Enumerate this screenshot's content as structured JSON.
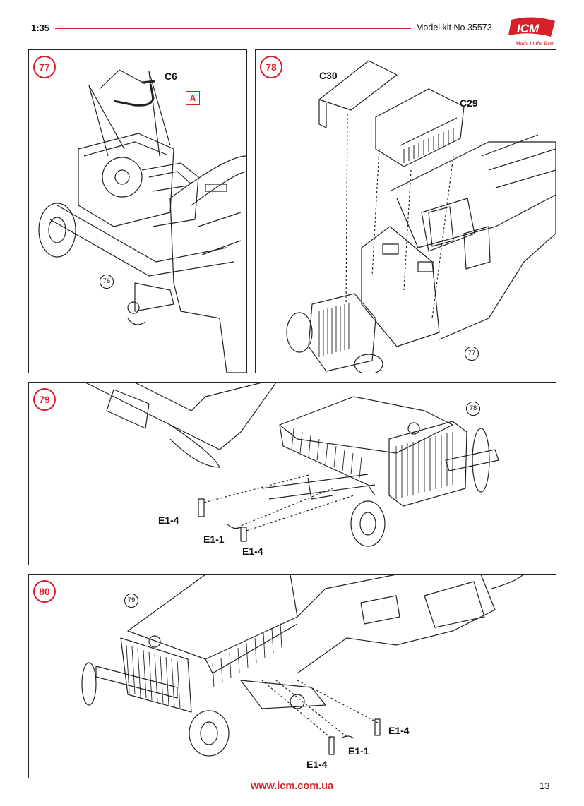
{
  "header": {
    "scale": "1:35",
    "kit": "Model kit No 35573",
    "logo_text": "ICM",
    "logo_tagline": "Made in the Best"
  },
  "colors": {
    "accent": "#d6202a",
    "line": "#222222"
  },
  "steps": [
    {
      "number": "77",
      "ref": "76",
      "parts": [
        "C6"
      ],
      "callout": "A"
    },
    {
      "number": "78",
      "ref": "77",
      "parts": [
        "C30",
        "C29"
      ]
    },
    {
      "number": "79",
      "ref": "78",
      "parts": [
        "E1-4",
        "E1-1",
        "E1-4"
      ]
    },
    {
      "number": "80",
      "ref": "79",
      "parts": [
        "E1-4",
        "E1-1",
        "E1-4"
      ]
    }
  ],
  "footer": {
    "url": "www.icm.com.ua",
    "page": "13"
  }
}
